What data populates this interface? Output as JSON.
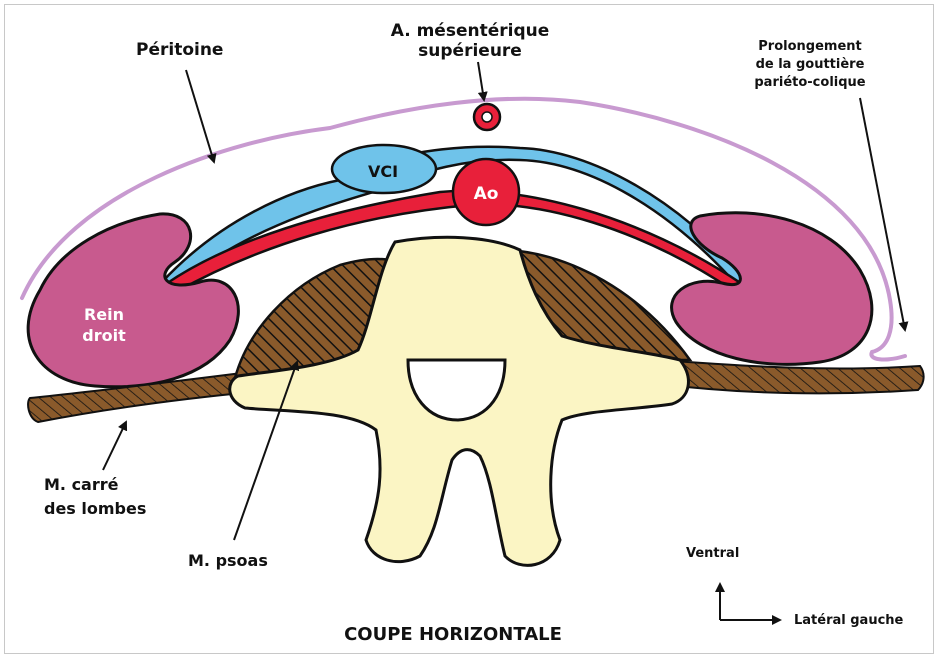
{
  "labels": {
    "peritoine": "Péritoine",
    "ams_line1": "A. mésentérique",
    "ams_line2": "supérieure",
    "prolong_line1": "Prolongement",
    "prolong_line2": "de la gouttière",
    "prolong_line3": "pariéto-colique",
    "vci": "VCI",
    "ao": "Ao",
    "rein_line1": "Rein",
    "rein_line2": "droit",
    "carre_line1": "M. carré",
    "carre_line2": "des lombes",
    "psoas": "M. psoas",
    "ventral": "Ventral",
    "lateral": "Latéral gauche",
    "title": "COUPE HORIZONTALE"
  },
  "colors": {
    "peritoneum": "#c89ad0",
    "kidney": "#c85a8e",
    "vci": "#6fc3ea",
    "aorta": "#e8203a",
    "muscle": "#8a5a2b",
    "vertebra": "#fbf5c4",
    "outline": "#111111"
  }
}
